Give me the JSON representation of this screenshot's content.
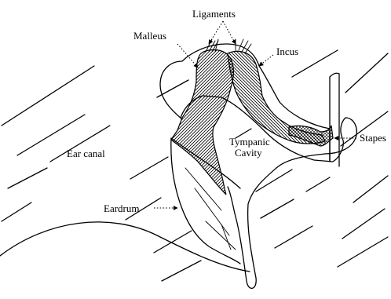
{
  "labels": {
    "ligaments": "Ligaments",
    "malleus": "Malleus",
    "incus": "Incus",
    "stapes": "Stapes",
    "ear_canal": "Ear canal",
    "tympanic_line1": "Tympanic",
    "tympanic_line2": "Cavity",
    "eardrum": "Eardrum"
  },
  "colors": {
    "ink": "#000000",
    "background": "#ffffff"
  }
}
